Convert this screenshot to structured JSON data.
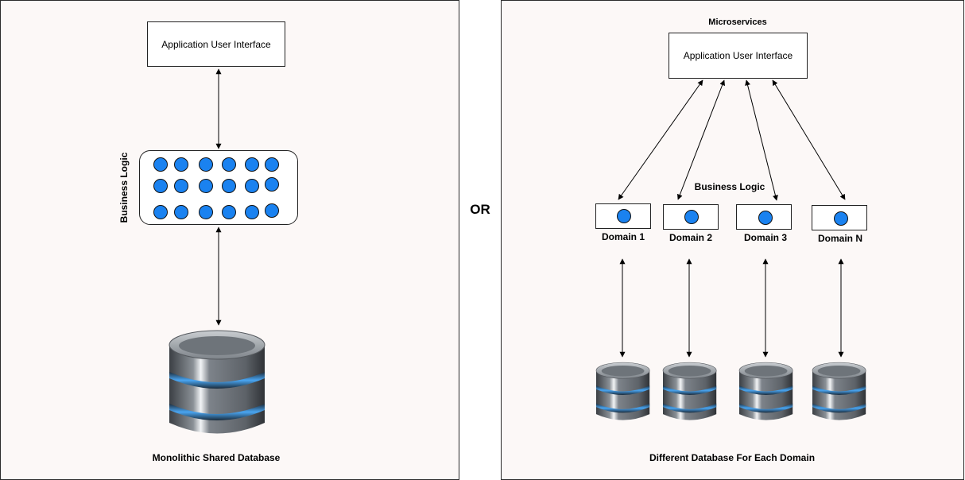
{
  "left": {
    "ui_box": "Application User Interface",
    "business_logic": "Business Logic",
    "database": "Monolithic Shared Database"
  },
  "separator": "OR",
  "right": {
    "title": "Microservices",
    "ui_box": "Application User Interface",
    "business_logic": "Business Logic",
    "domains": [
      "Domain 1",
      "Domain 2",
      "Domain 3",
      "Domain N"
    ],
    "database": "Different Database For Each Domain"
  },
  "colors": {
    "dot": "#1a82f0",
    "panel_bg": "#fcf8f7",
    "db_glow": "#3f9ee8"
  },
  "icons": [
    "database-icon"
  ]
}
